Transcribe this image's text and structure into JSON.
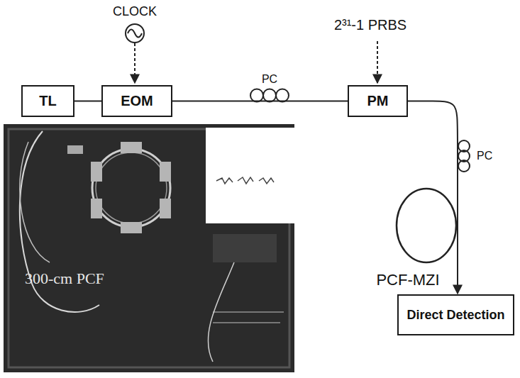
{
  "diagram": {
    "nodes": [
      {
        "text": [
          "TL"
        ]
      },
      {
        "text": [
          "EOM"
        ]
      },
      {
        "text": [
          "PM"
        ]
      },
      {
        "text": [
          "Direct Detection"
        ]
      }
    ],
    "edges": [
      {
        "from": 0,
        "to": 1,
        "arrow": "none"
      },
      {
        "from": 1,
        "to": 2,
        "arrow": "none"
      },
      {
        "from": 2,
        "to": 3,
        "arrow": "to"
      }
    ],
    "labels": [
      "CLOCK",
      "PC",
      "2³¹-1 PRBS",
      "PC",
      "PCF-MZI",
      "300-cm PCF"
    ]
  }
}
